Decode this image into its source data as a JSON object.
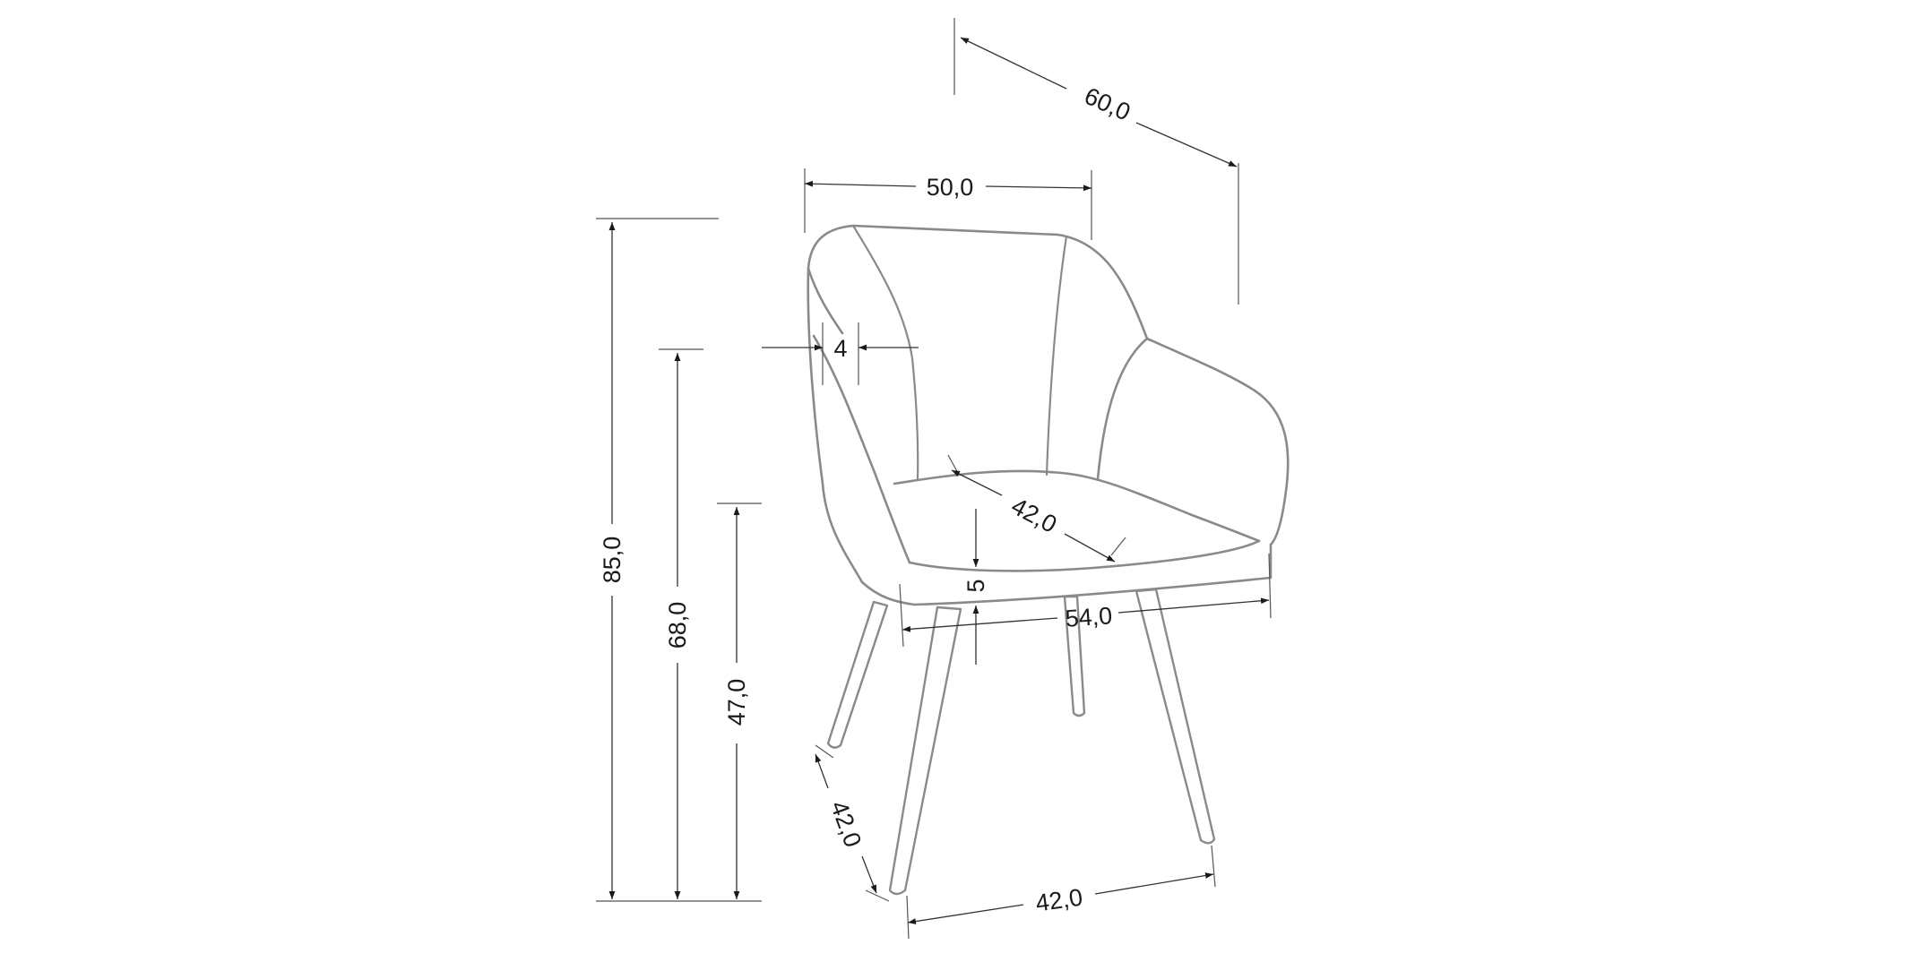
{
  "dimensions": {
    "depth_total": "60,0",
    "width_top": "50,0",
    "height_total": "85,0",
    "height_arm": "68,0",
    "height_seat": "47,0",
    "arm_thickness": "4",
    "seat_depth": "42,0",
    "seat_cushion": "5",
    "width_seat_front": "54,0",
    "leg_depth": "42,0",
    "leg_width": "42,0"
  },
  "colors": {
    "outline": "#8a8a8a",
    "dimension_line": "#333333",
    "text": "#1a1a1a",
    "background": "#ffffff"
  }
}
